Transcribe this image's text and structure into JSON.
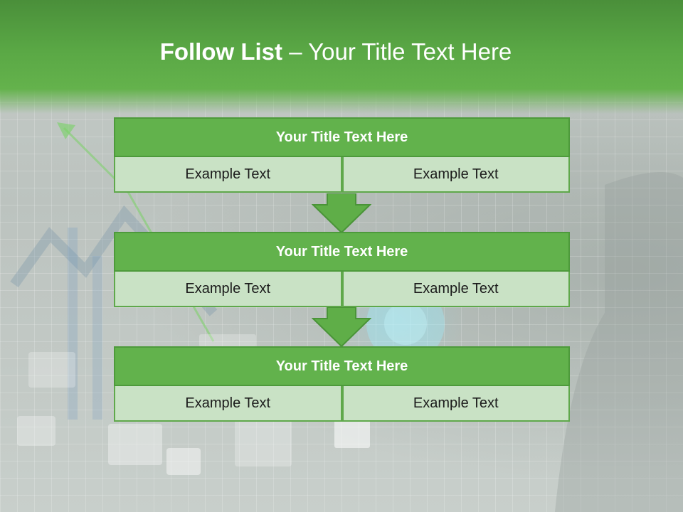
{
  "header": {
    "title_bold": "Follow List",
    "title_rest": " – Your Title Text Here"
  },
  "steps": [
    {
      "title": "Your Title Text Here",
      "cells": [
        "Example Text",
        "Example Text"
      ]
    },
    {
      "title": "Your Title Text Here",
      "cells": [
        "Example Text",
        "Example Text"
      ]
    },
    {
      "title": "Your Title Text Here",
      "cells": [
        "Example Text",
        "Example Text"
      ]
    }
  ],
  "colors": {
    "header_green": "#5aa845",
    "title_box_green": "#62b24c",
    "cell_light_green": "#c9e2c5",
    "arrow_green": "#5fae48"
  },
  "icons": [
    "down-arrow-icon",
    "growth-arrow-icon"
  ]
}
